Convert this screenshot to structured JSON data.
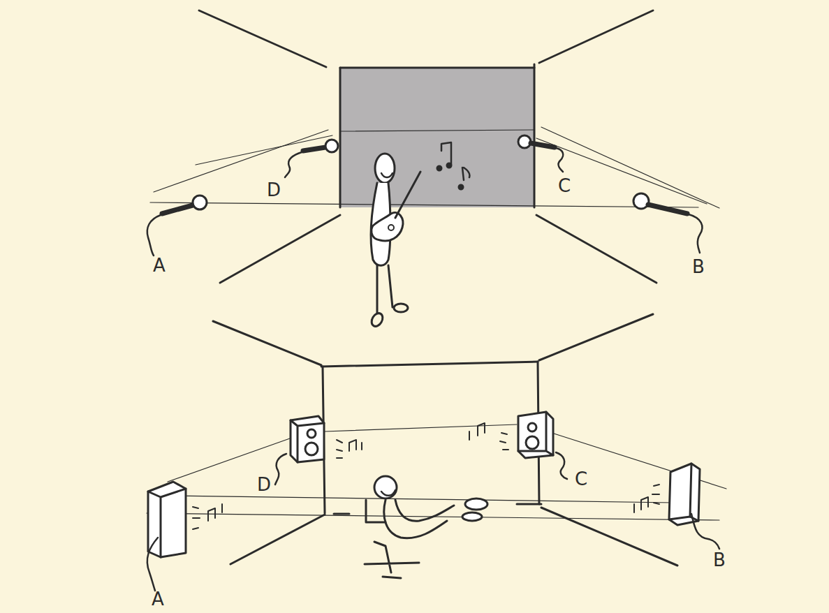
{
  "diagram": {
    "labels": [
      "D",
      "C",
      "A",
      "B",
      "D",
      "C",
      "B",
      "A"
    ]
  }
}
